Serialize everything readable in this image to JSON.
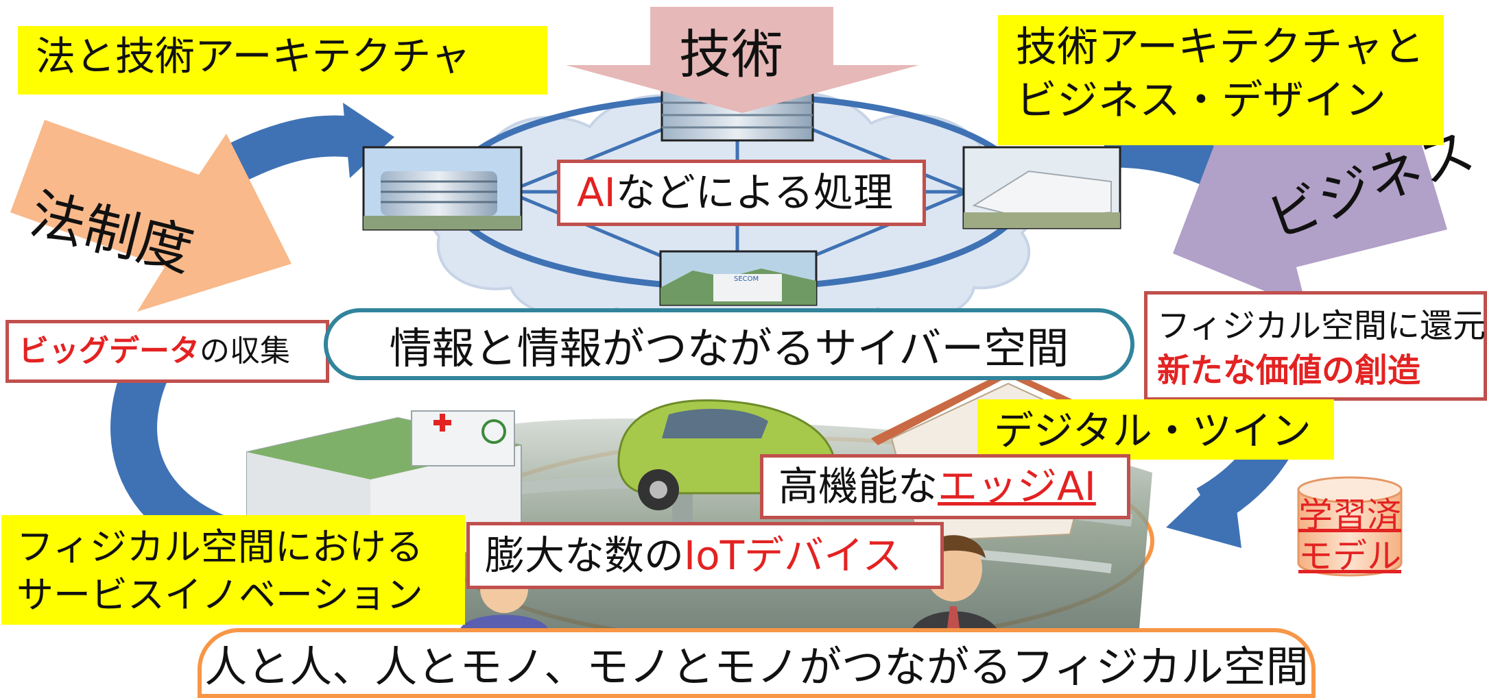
{
  "labels": {
    "tech_arrow": "技術",
    "law_arrow": "法制度",
    "business_arrow": "ビジネス",
    "law_tech_arch": "法と技術アーキテクチャ",
    "tech_arch_business_1": "技術アーキテクチャと",
    "tech_arch_business_2": "ビジネス・デザイン",
    "ai_processing_red": "AI",
    "ai_processing_rest": "などによる処理",
    "bigdata_red": "ビッグデータ",
    "bigdata_rest": "の収集",
    "cyber_space": "情報と情報がつながるサイバー空間",
    "return_1": "フィジカル空間に還元",
    "return_2": "新たな価値の創造",
    "digital_twin": "デジタル・ツイン",
    "edge_ai_prefix": "高機能な",
    "edge_ai_red": "エッジAI",
    "iot_prefix": "膨大な数の",
    "iot_red": "IoTデバイス",
    "service_innovation_1": "フィジカル空間における",
    "service_innovation_2": "サービスイノベーション",
    "physical_space": "人と人、人とモノ、モノとモノがつながるフィジカル空間",
    "model_1": "学習済",
    "model_2": "モデル"
  },
  "colors": {
    "red_text": "#e32222",
    "yellow_label": "#ffff00",
    "cycle_arrow": "#3f72b4",
    "tech_arrow": "#e6b8b7",
    "law_arrow": "#f9b98a",
    "business_arrow": "#b1a0c7",
    "cloud": "#dce6f2",
    "cyber_border": "#31849b",
    "physical_border": "#f79646",
    "box_border": "#c0504d",
    "model_cylinder": "#fcd5b4"
  }
}
